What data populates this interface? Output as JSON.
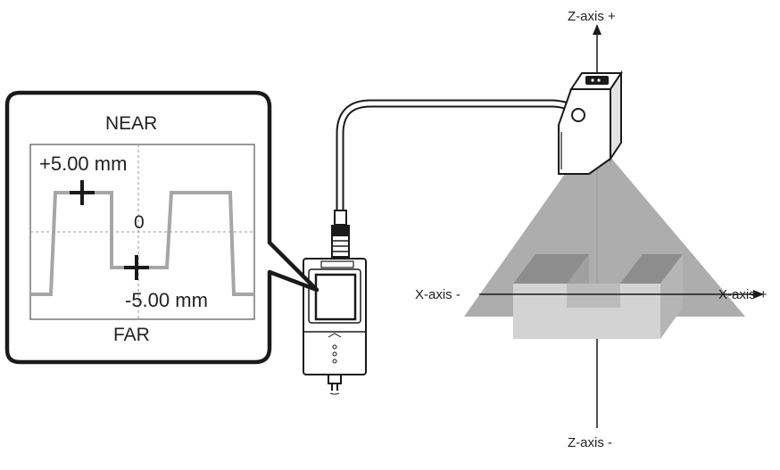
{
  "axes": {
    "z_plus": "Z-axis +",
    "z_minus": "Z-axis -",
    "x_minus": "X-axis -",
    "x_plus": "X-axis +"
  },
  "display": {
    "near_label": "NEAR",
    "far_label": "FAR",
    "upper_value": "+5.00 mm",
    "zero_label": "0",
    "lower_value": "-5.00 mm"
  },
  "colors": {
    "waveform": "#a6a6a6",
    "beam": "#a9a9a9",
    "outline": "#1a1a1a"
  }
}
